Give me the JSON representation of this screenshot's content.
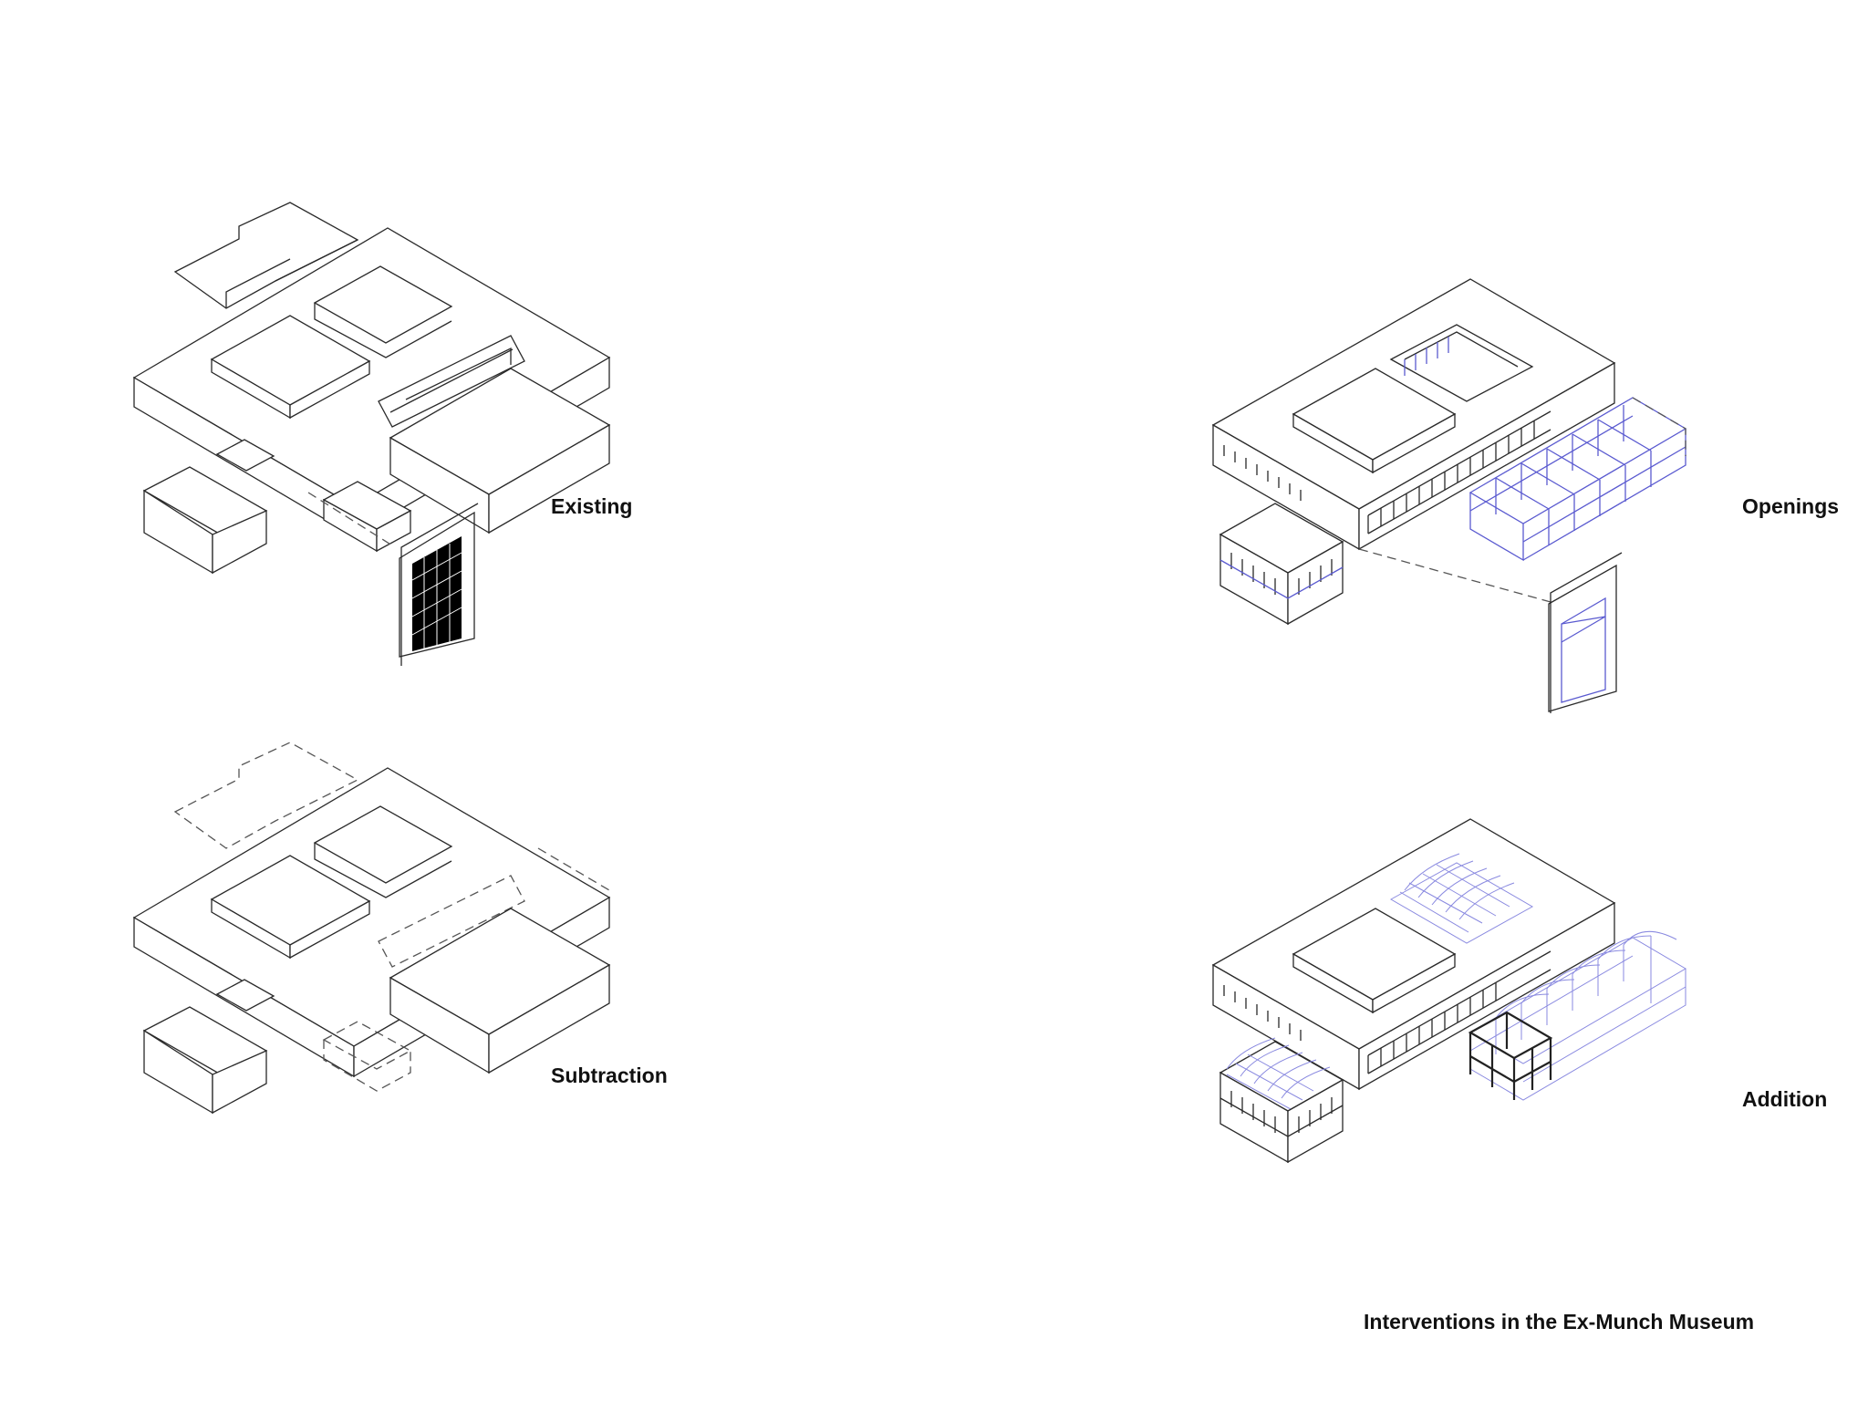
{
  "title": "Interventions in the Ex-Munch Museum",
  "panels": [
    {
      "id": "existing",
      "label": "Existing"
    },
    {
      "id": "openings",
      "label": "Openings"
    },
    {
      "id": "subtraction",
      "label": "Subtraction"
    },
    {
      "id": "addition",
      "label": "Addition"
    }
  ],
  "colors": {
    "line": "#2a2a2a",
    "intervention": "#5a5ad0",
    "new_structure": "#222222",
    "facade_fill": "#000000"
  }
}
